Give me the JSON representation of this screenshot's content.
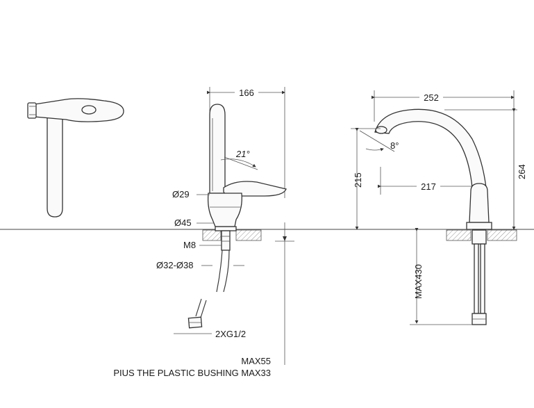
{
  "dimensions": {
    "width_side": "166",
    "width_front": "252",
    "reach": "217",
    "height_spout": "215",
    "height_total": "264",
    "swivel_angle": "21°",
    "tilt_angle": "8°",
    "dia_body": "Ø29",
    "dia_base": "Ø45",
    "thread": "M8",
    "hole_range": "Ø32-Ø38",
    "hose_conn": "2XG1/2",
    "hose_length": "MAX430"
  },
  "notes": {
    "max_thickness": "MAX55",
    "bushing": "PIUS THE PLASTIC BUSHING MAX33"
  }
}
